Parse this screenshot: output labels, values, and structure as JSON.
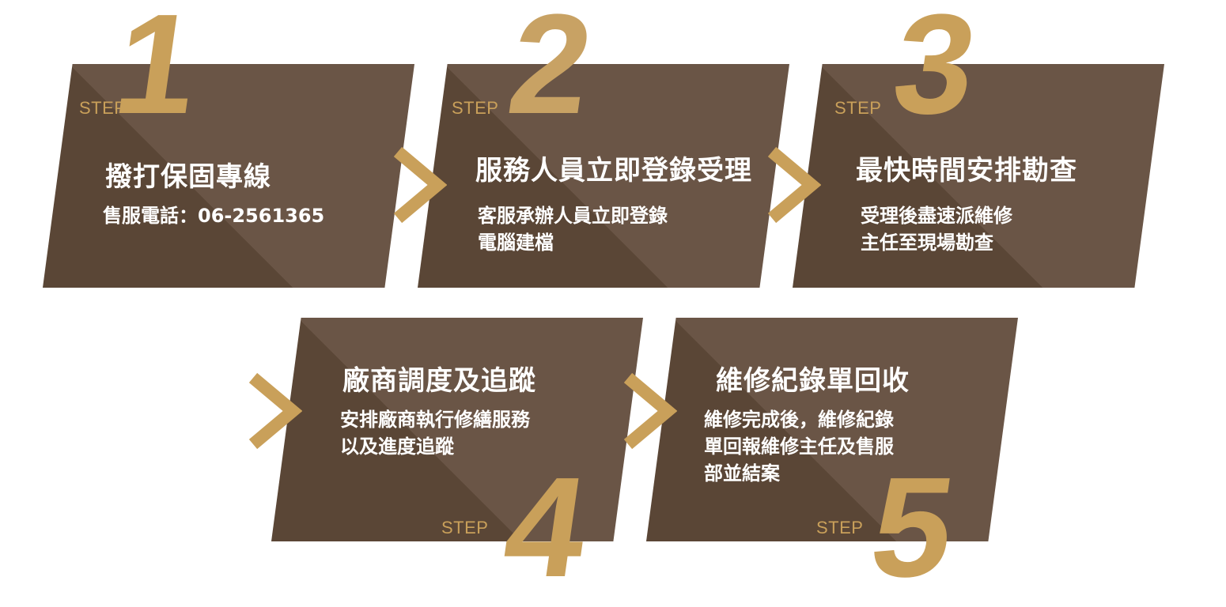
{
  "colors": {
    "card_dark": "#5a4636",
    "card_light": "#6a5546",
    "gold": "#c9a05a",
    "text": "#ffffff"
  },
  "step_label": "STEP",
  "steps": [
    {
      "number": "1",
      "title": "撥打保固專線",
      "lines": [
        "售服電話：06-2561365"
      ]
    },
    {
      "number": "2",
      "title": "服務人員立即登錄受理",
      "lines": [
        "客服承辦人員立即登錄",
        "電腦建檔"
      ]
    },
    {
      "number": "3",
      "title": "最快時間安排勘查",
      "lines": [
        "受理後盡速派維修",
        "主任至現場勘查"
      ]
    },
    {
      "number": "4",
      "title": "廠商調度及追蹤",
      "lines": [
        "安排廠商執行修繕服務",
        "以及進度追蹤"
      ]
    },
    {
      "number": "5",
      "title": "維修紀錄單回收",
      "lines": [
        "維修完成後，維修紀錄",
        "單回報維修主任及售服",
        "部並結案"
      ]
    }
  ],
  "connectors": [
    "chevron-right-icon",
    "chevron-right-icon",
    "chevron-right-icon",
    "chevron-right-icon"
  ]
}
